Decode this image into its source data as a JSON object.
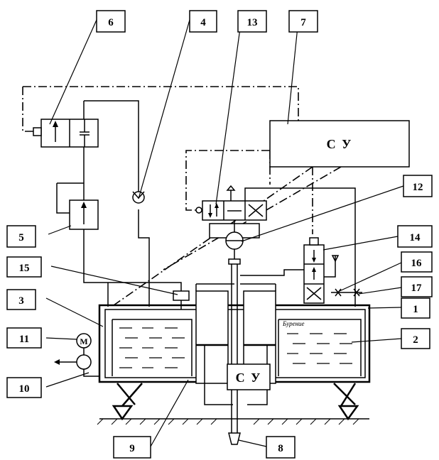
{
  "labels": {
    "n1": "1",
    "n2": "2",
    "n3": "3",
    "n4": "4",
    "n5": "5",
    "n6": "6",
    "n7": "7",
    "n8": "8",
    "n9": "9",
    "n10": "10",
    "n11": "11",
    "n12": "12",
    "n13": "13",
    "n14": "14",
    "n15": "15",
    "n16": "16",
    "n17": "17"
  },
  "control_unit_top": "С У",
  "control_unit_bottom": "С У",
  "tank_inscription": "Бурение",
  "motor_letter": "М"
}
